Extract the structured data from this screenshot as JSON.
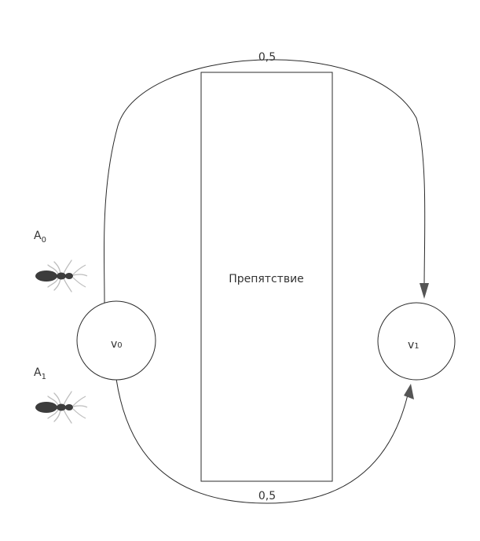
{
  "diagram": {
    "obstacle": {
      "label": "Препятствие"
    },
    "nodes": [
      {
        "id": "v0",
        "base": "v",
        "sub": "0"
      },
      {
        "id": "v1",
        "base": "v",
        "sub": "1"
      }
    ],
    "edges": [
      {
        "id": "top",
        "from": "v0",
        "to": "v1",
        "weight": "0,5"
      },
      {
        "id": "bottom",
        "from": "v0",
        "to": "v1",
        "weight": "0,5"
      }
    ],
    "agents": [
      {
        "id": "A0",
        "base": "A",
        "sub": "0",
        "icon": "ant-icon"
      },
      {
        "id": "A1",
        "base": "A",
        "sub": "1",
        "icon": "ant-icon"
      }
    ]
  }
}
